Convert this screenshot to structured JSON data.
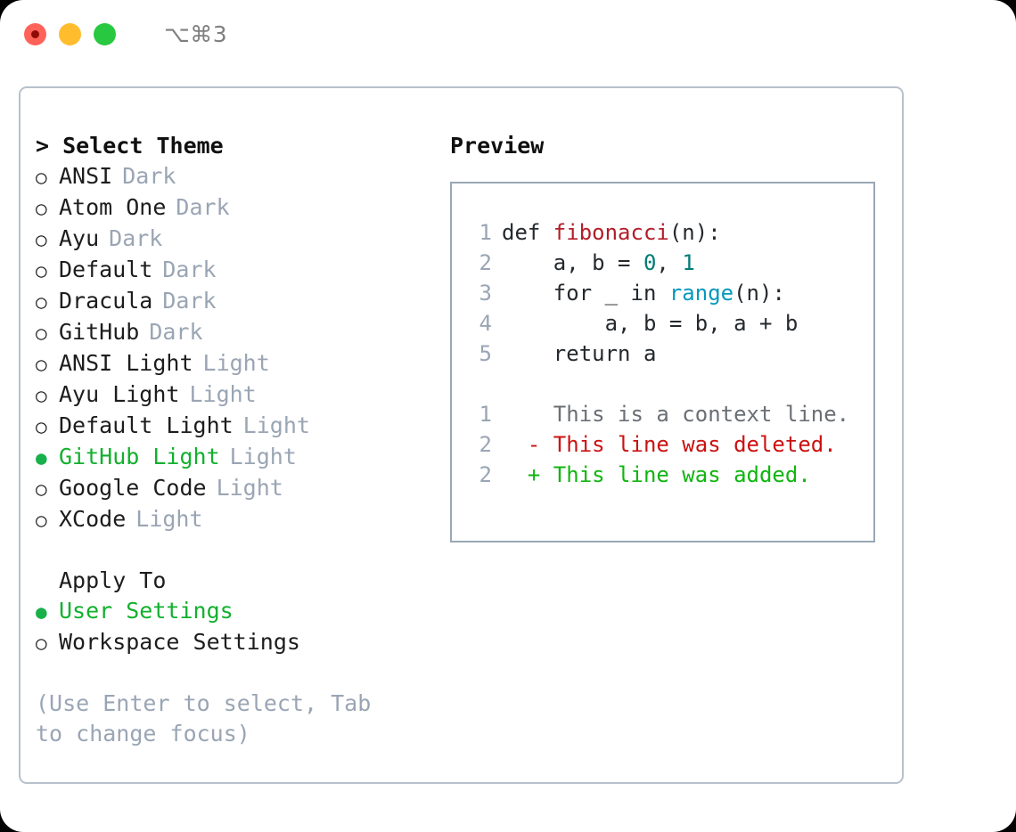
{
  "titlebar": {
    "shortcut": "⌥⌘3",
    "lights": [
      {
        "name": "close",
        "color": "#ff6259"
      },
      {
        "name": "minimize",
        "color": "#ffbd2e"
      },
      {
        "name": "zoom",
        "color": "#28c840"
      }
    ]
  },
  "theme_list": {
    "header": "> Select Theme",
    "items": [
      {
        "marker": "○",
        "name": "ANSI",
        "variant": "Dark",
        "selected": false
      },
      {
        "marker": "○",
        "name": "Atom One",
        "variant": "Dark",
        "selected": false
      },
      {
        "marker": "○",
        "name": "Ayu",
        "variant": "Dark",
        "selected": false
      },
      {
        "marker": "○",
        "name": "Default",
        "variant": "Dark",
        "selected": false
      },
      {
        "marker": "○",
        "name": "Dracula",
        "variant": "Dark",
        "selected": false
      },
      {
        "marker": "○",
        "name": "GitHub",
        "variant": "Dark",
        "selected": false
      },
      {
        "marker": "○",
        "name": "ANSI Light",
        "variant": "Light",
        "selected": false
      },
      {
        "marker": "○",
        "name": "Ayu Light",
        "variant": "Light",
        "selected": false
      },
      {
        "marker": "○",
        "name": "Default Light",
        "variant": "Light",
        "selected": false
      },
      {
        "marker": "●",
        "name": "GitHub Light",
        "variant": "Light",
        "selected": true
      },
      {
        "marker": "○",
        "name": "Google Code",
        "variant": "Light",
        "selected": false
      },
      {
        "marker": "○",
        "name": "XCode",
        "variant": "Light",
        "selected": false
      }
    ]
  },
  "apply_to": {
    "header": "Apply To",
    "options": [
      {
        "marker": "●",
        "label": "User Settings",
        "selected": true
      },
      {
        "marker": "○",
        "label": "Workspace Settings",
        "selected": false
      }
    ]
  },
  "hint": "(Use Enter to select, Tab to change focus)",
  "preview": {
    "title": "Preview",
    "code_lines": [
      {
        "lno": "1",
        "tokens": [
          {
            "text": "def ",
            "type": "kw"
          },
          {
            "text": "fibonacci",
            "type": "fn"
          },
          {
            "text": "(n):",
            "type": "plain"
          }
        ]
      },
      {
        "lno": "2",
        "tokens": [
          {
            "text": "    a, b = ",
            "type": "plain"
          },
          {
            "text": "0",
            "type": "num"
          },
          {
            "text": ", ",
            "type": "plain"
          },
          {
            "text": "1",
            "type": "num"
          }
        ]
      },
      {
        "lno": "3",
        "tokens": [
          {
            "text": "    for _ in ",
            "type": "kw"
          },
          {
            "text": "range",
            "type": "builtin"
          },
          {
            "text": "(n):",
            "type": "plain"
          }
        ]
      },
      {
        "lno": "4",
        "tokens": [
          {
            "text": "        a, b = b, a + b",
            "type": "plain"
          }
        ]
      },
      {
        "lno": "5",
        "tokens": [
          {
            "text": "    return a",
            "type": "kw"
          }
        ]
      }
    ],
    "diff_lines": [
      {
        "lno": "1",
        "sign": " ",
        "text": "This is a context line.",
        "type": "ctx"
      },
      {
        "lno": "2",
        "sign": "-",
        "text": "This line was deleted.",
        "type": "del"
      },
      {
        "lno": "2",
        "sign": "+",
        "text": "This line was added.",
        "type": "add"
      }
    ]
  },
  "colors": {
    "selected_green": "#12b02e",
    "muted": "#9aa5b4",
    "border": "#b7c0cc",
    "preview_border": "#9aa7b5",
    "diff_add": "#10b510",
    "diff_del": "#cc1111",
    "syntax_function": "#b31d28",
    "syntax_number": "#017c77",
    "syntax_builtin": "#0598bc"
  }
}
